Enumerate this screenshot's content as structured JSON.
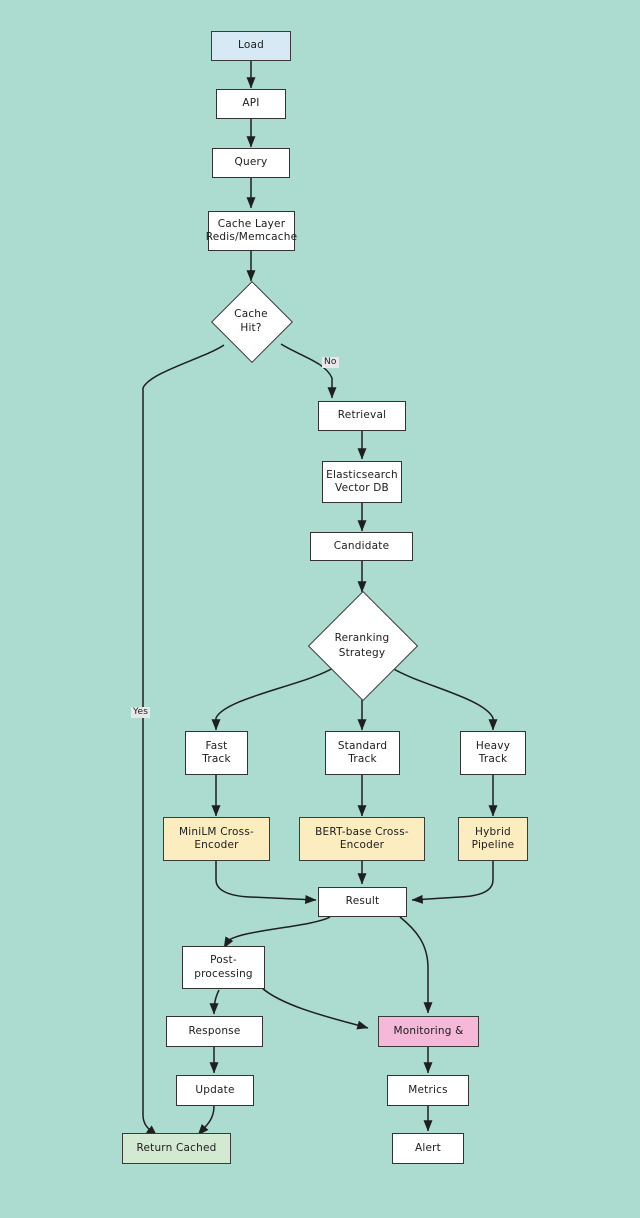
{
  "diagram": {
    "type": "flowchart",
    "direction": "top-down",
    "title": "",
    "colors": {
      "start_fill": "#d7e9f5",
      "model_fill": "#fbedc0",
      "monitoring_fill": "#f5b8d8",
      "terminal_fill": "#d4e9d2",
      "node_stroke": "#333333",
      "edge_stroke": "#1f1f1f",
      "background": "#fdfefd",
      "watermark": "#a8dbcd"
    },
    "nodes": [
      {
        "id": "load",
        "label": "Load",
        "shape": "rect",
        "style": "blue"
      },
      {
        "id": "api",
        "label": "API",
        "shape": "rect",
        "style": "plain"
      },
      {
        "id": "query",
        "label": "Query",
        "shape": "rect",
        "style": "plain"
      },
      {
        "id": "cache_layer",
        "label": "Cache Layer\nRedis/Memcache",
        "shape": "rect",
        "style": "plain"
      },
      {
        "id": "cache_hit",
        "label": "Cache\nHit?",
        "shape": "diamond",
        "style": "plain"
      },
      {
        "id": "retrieval",
        "label": "Retrieval",
        "shape": "rect",
        "style": "plain"
      },
      {
        "id": "elastic",
        "label": "Elasticsearch\nVector DB",
        "shape": "rect",
        "style": "plain"
      },
      {
        "id": "candidate",
        "label": "Candidate",
        "shape": "rect",
        "style": "plain"
      },
      {
        "id": "reranking",
        "label": "Reranking\nStrategy",
        "shape": "diamond",
        "style": "plain"
      },
      {
        "id": "fast_track",
        "label": "Fast\nTrack",
        "shape": "rect",
        "style": "plain"
      },
      {
        "id": "std_track",
        "label": "Standard\nTrack",
        "shape": "rect",
        "style": "plain"
      },
      {
        "id": "heavy_track",
        "label": "Heavy\nTrack",
        "shape": "rect",
        "style": "plain"
      },
      {
        "id": "minilm",
        "label": "MiniLM Cross-\nEncoder",
        "shape": "rect",
        "style": "yellow"
      },
      {
        "id": "bert",
        "label": "BERT-base Cross-\nEncoder",
        "shape": "rect",
        "style": "yellow"
      },
      {
        "id": "hybrid",
        "label": "Hybrid\nPipeline",
        "shape": "rect",
        "style": "yellow"
      },
      {
        "id": "result",
        "label": "Result",
        "shape": "rect",
        "style": "plain"
      },
      {
        "id": "postproc",
        "label": "Post-\nprocessing",
        "shape": "rect",
        "style": "plain"
      },
      {
        "id": "response",
        "label": "Response",
        "shape": "rect",
        "style": "plain"
      },
      {
        "id": "update",
        "label": "Update",
        "shape": "rect",
        "style": "plain"
      },
      {
        "id": "monitoring",
        "label": "Monitoring &",
        "shape": "rect",
        "style": "pink"
      },
      {
        "id": "metrics",
        "label": "Metrics",
        "shape": "rect",
        "style": "plain"
      },
      {
        "id": "alert",
        "label": "Alert",
        "shape": "rect",
        "style": "plain"
      },
      {
        "id": "return_cached",
        "label": "Return Cached",
        "shape": "rect",
        "style": "green"
      }
    ],
    "edge_labels": {
      "cache_hit_no": "No",
      "cache_hit_yes": "Yes"
    },
    "edges": [
      {
        "from": "load",
        "to": "api",
        "label": ""
      },
      {
        "from": "api",
        "to": "query",
        "label": ""
      },
      {
        "from": "query",
        "to": "cache_layer",
        "label": ""
      },
      {
        "from": "cache_layer",
        "to": "cache_hit",
        "label": ""
      },
      {
        "from": "cache_hit",
        "to": "return_cached",
        "label": "Yes"
      },
      {
        "from": "cache_hit",
        "to": "retrieval",
        "label": "No"
      },
      {
        "from": "retrieval",
        "to": "elastic",
        "label": ""
      },
      {
        "from": "elastic",
        "to": "candidate",
        "label": ""
      },
      {
        "from": "candidate",
        "to": "reranking",
        "label": ""
      },
      {
        "from": "reranking",
        "to": "fast_track",
        "label": ""
      },
      {
        "from": "reranking",
        "to": "std_track",
        "label": ""
      },
      {
        "from": "reranking",
        "to": "heavy_track",
        "label": ""
      },
      {
        "from": "fast_track",
        "to": "minilm",
        "label": ""
      },
      {
        "from": "std_track",
        "to": "bert",
        "label": ""
      },
      {
        "from": "heavy_track",
        "to": "hybrid",
        "label": ""
      },
      {
        "from": "minilm",
        "to": "result",
        "label": ""
      },
      {
        "from": "bert",
        "to": "result",
        "label": ""
      },
      {
        "from": "hybrid",
        "to": "result",
        "label": ""
      },
      {
        "from": "result",
        "to": "postproc",
        "label": ""
      },
      {
        "from": "result",
        "to": "monitoring",
        "label": ""
      },
      {
        "from": "postproc",
        "to": "response",
        "label": ""
      },
      {
        "from": "postproc",
        "to": "monitoring",
        "label": ""
      },
      {
        "from": "response",
        "to": "update",
        "label": ""
      },
      {
        "from": "update",
        "to": "return_cached",
        "label": ""
      },
      {
        "from": "monitoring",
        "to": "metrics",
        "label": ""
      },
      {
        "from": "metrics",
        "to": "alert",
        "label": ""
      }
    ]
  }
}
